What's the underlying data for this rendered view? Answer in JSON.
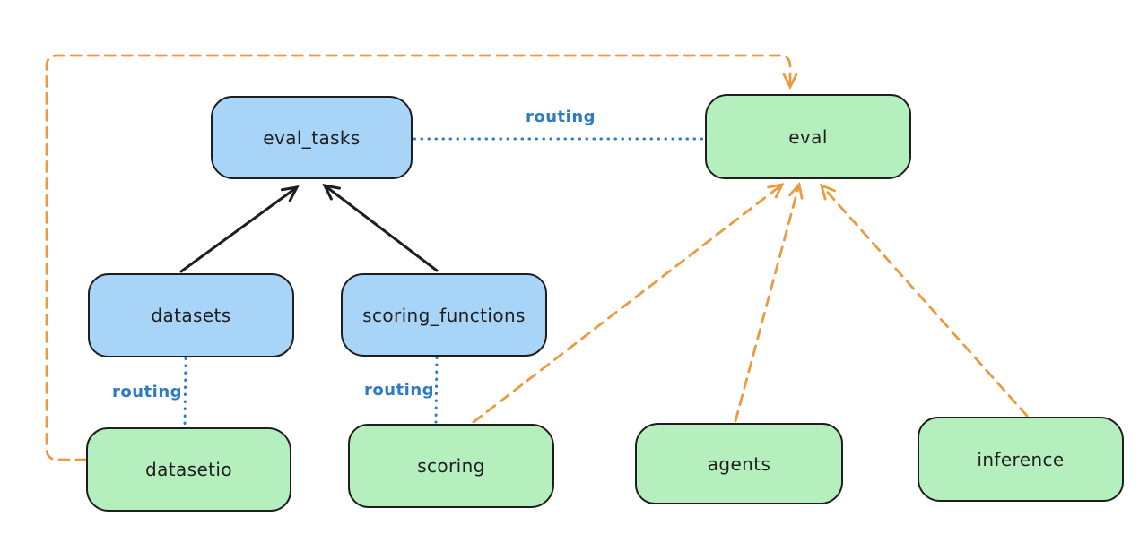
{
  "diagram": {
    "background": "#ffffff",
    "nodes": [
      {
        "id": "eval_tasks",
        "label": "eval_tasks",
        "kind": "api-blue"
      },
      {
        "id": "eval",
        "label": "eval",
        "kind": "provider-green"
      },
      {
        "id": "datasets",
        "label": "datasets",
        "kind": "api-blue"
      },
      {
        "id": "scoring_functions",
        "label": "scoring_functions",
        "kind": "api-blue"
      },
      {
        "id": "datasetio",
        "label": "datasetio",
        "kind": "provider-green"
      },
      {
        "id": "scoring",
        "label": "scoring",
        "kind": "provider-green"
      },
      {
        "id": "agents",
        "label": "agents",
        "kind": "provider-green"
      },
      {
        "id": "inference",
        "label": "inference",
        "kind": "provider-green"
      }
    ],
    "edges": [
      {
        "from": "datasets",
        "to": "eval_tasks",
        "style": "solid",
        "color": "black",
        "arrow": "end"
      },
      {
        "from": "scoring_functions",
        "to": "eval_tasks",
        "style": "solid",
        "color": "black",
        "arrow": "end"
      },
      {
        "from": "eval_tasks",
        "to": "eval",
        "style": "dotted",
        "color": "blue",
        "arrow": "none",
        "label": "routing"
      },
      {
        "from": "datasets",
        "to": "datasetio",
        "style": "dotted",
        "color": "blue",
        "arrow": "none",
        "label": "routing"
      },
      {
        "from": "scoring_functions",
        "to": "scoring",
        "style": "dotted",
        "color": "blue",
        "arrow": "none",
        "label": "routing"
      },
      {
        "from": "scoring",
        "to": "eval",
        "style": "dashed",
        "color": "orange",
        "arrow": "end"
      },
      {
        "from": "agents",
        "to": "eval",
        "style": "dashed",
        "color": "orange",
        "arrow": "end"
      },
      {
        "from": "inference",
        "to": "eval",
        "style": "dashed",
        "color": "orange",
        "arrow": "end"
      },
      {
        "from": "datasetio",
        "to": "eval",
        "style": "dashed",
        "color": "orange",
        "arrow": "end",
        "route": "left-then-top"
      }
    ],
    "labels": [
      {
        "text": "routing"
      },
      {
        "text": "routing"
      },
      {
        "text": "routing"
      }
    ]
  },
  "colors": {
    "bg": "#ffffff",
    "stroke": "#1e1e1e",
    "blue_fill": "#a8d4f7",
    "green_fill": "#b5efbe",
    "routing_blue": "#2f7bc3",
    "orange": "#eb9b3f",
    "black_arrow": "#1e1e1e"
  }
}
